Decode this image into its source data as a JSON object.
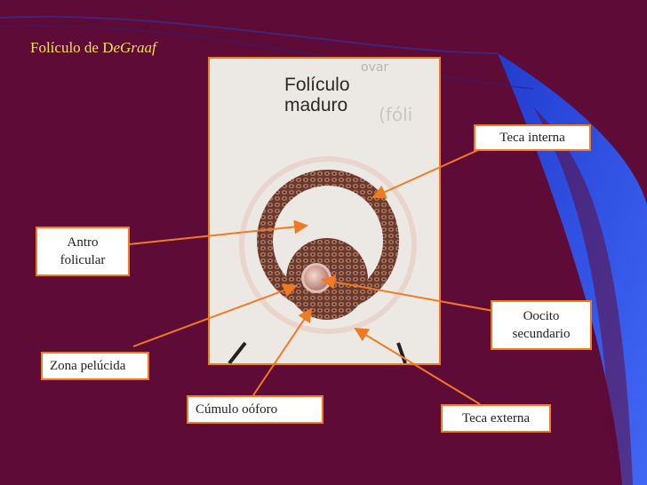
{
  "slide": {
    "title_prefix": "Folículo de D",
    "title_italic": "eGraaf",
    "accent_color": "#f4e24c",
    "background_color": "#5e0b38",
    "label_border_color": "#f07a22"
  },
  "image": {
    "title_line1": "Folículo",
    "title_line2": "maduro"
  },
  "labels": {
    "teca_interna": "Teca interna",
    "antro_line1": "Antro",
    "antro_line2": "folicular",
    "oocito_line1": "Oocito",
    "oocito_line2": "secundario",
    "zona_pelucida": "Zona pelúcida",
    "cumulo_ooforo": "Cúmulo oóforo",
    "teca_externa": "Teca externa"
  }
}
